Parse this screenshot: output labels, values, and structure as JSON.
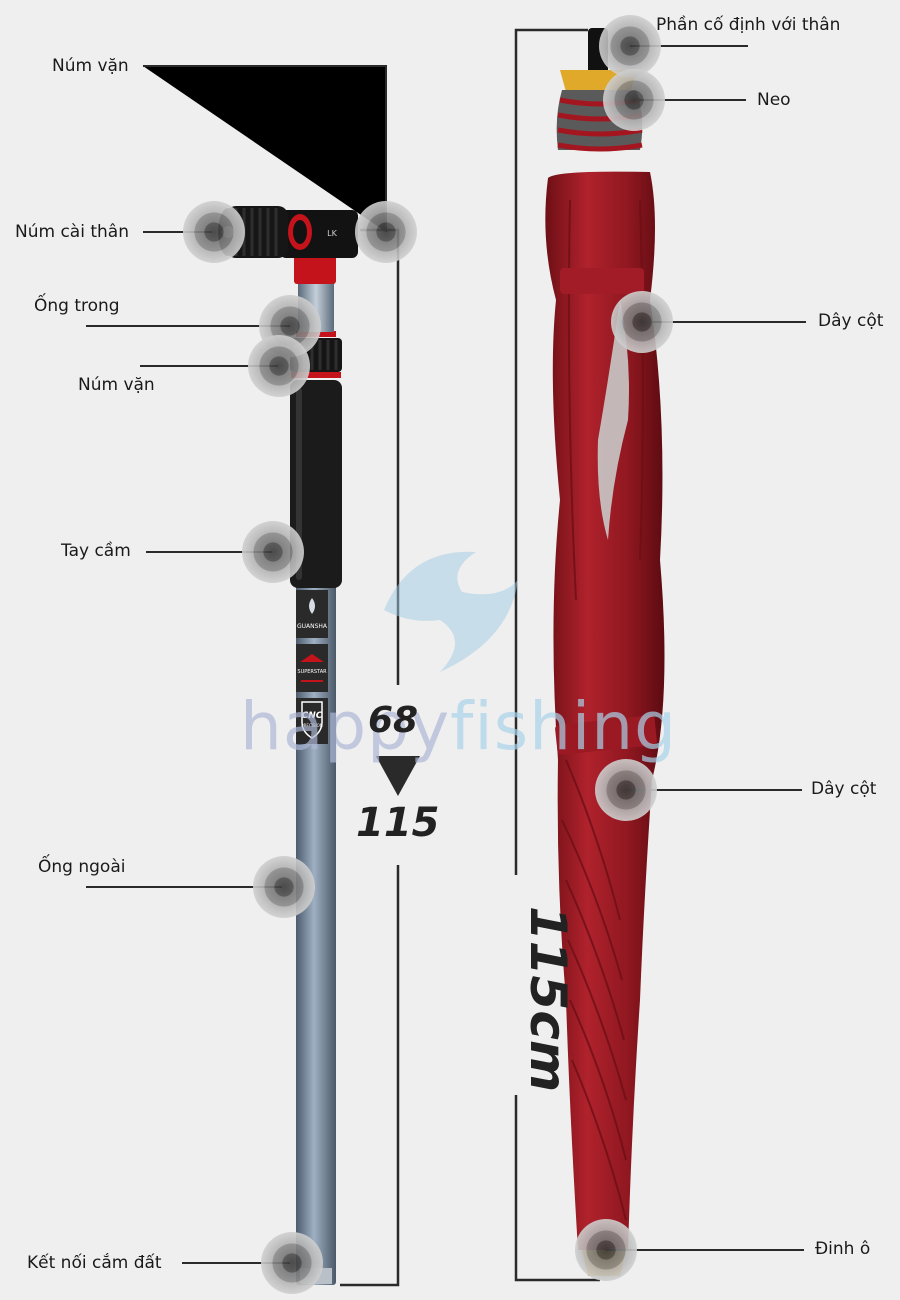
{
  "labels": {
    "knob_top": "Núm vặn",
    "body_clip_knob": "Núm cài thân",
    "inner_tube": "Ống trong",
    "knob_middle": "Núm vặn",
    "handle": "Tay cầm",
    "outer_tube": "Ống ngoài",
    "ground_connector": "Kết nối cắm đất",
    "body_fixing_part": "Phần cố định với thân",
    "anchor": "Neo",
    "strap_upper": "Dây cột",
    "strap_lower": "Dây cột",
    "umbrella_tip": "Đinh ô"
  },
  "dimensions": {
    "min_length": "68",
    "max_length": "115",
    "umbrella_length": "115cm"
  },
  "watermark": {
    "part_a": "hap",
    "part_b": "py",
    "part_c": "fishing"
  },
  "product_labels": {
    "brand": "GUANSHA",
    "sticker_2": "SUPERSTAR",
    "sticker_3": "CNC",
    "sticker_3_sub": "PRECISION"
  },
  "colors": {
    "background": "#efefef",
    "umbrella_red": "#9e1b24",
    "pole_blue": "#6f8296",
    "grip_black": "#1b1b1b",
    "accent_red": "#c4131b",
    "anchor_yellow": "#e0a92a"
  }
}
